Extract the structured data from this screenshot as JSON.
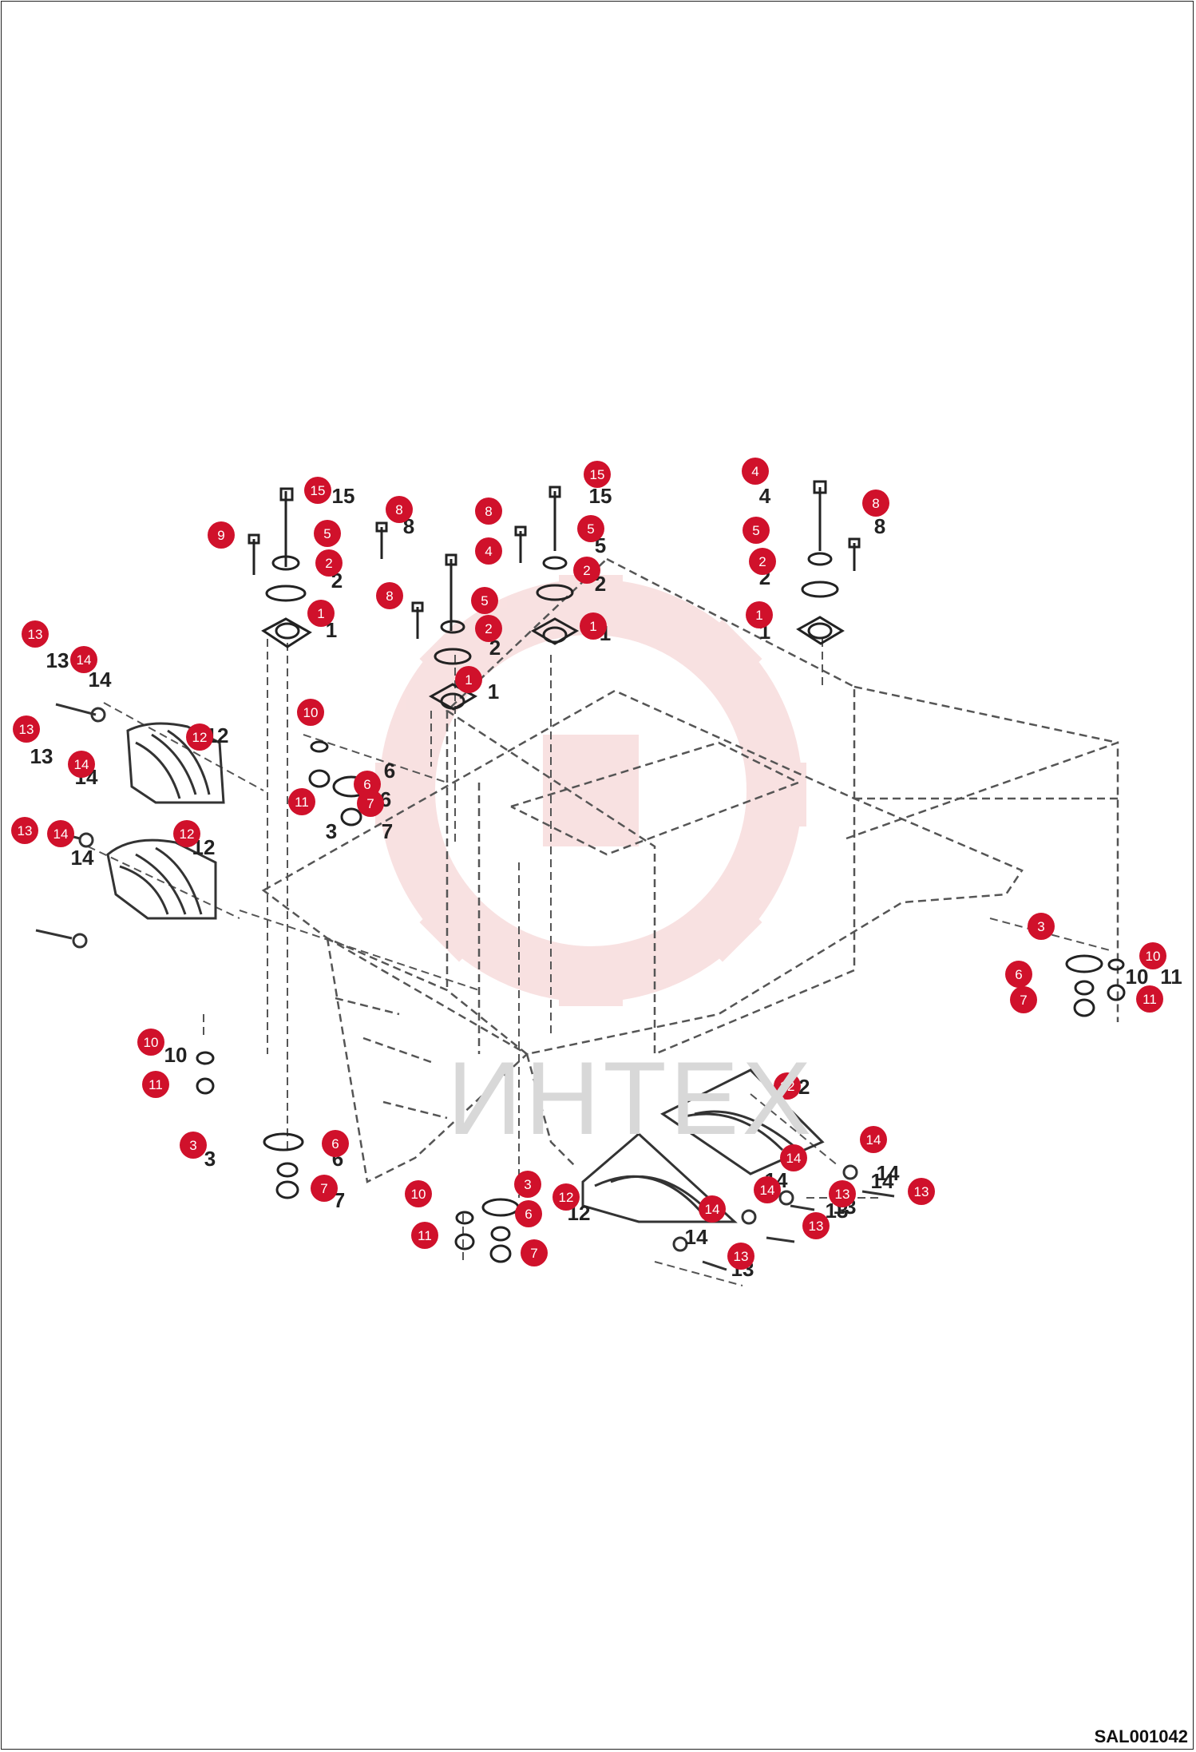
{
  "drawing_code": "SAL001042",
  "watermark": "ИНТЕХ",
  "colors": {
    "callout": "#d0112b",
    "line": "#555555",
    "watermark": "#f4c9c9"
  },
  "callouts": [
    {
      "n": "15"
    },
    {
      "n": "9"
    },
    {
      "n": "5"
    },
    {
      "n": "2"
    },
    {
      "n": "1"
    },
    {
      "n": "8"
    },
    {
      "n": "8"
    },
    {
      "n": "8"
    },
    {
      "n": "4"
    },
    {
      "n": "5"
    },
    {
      "n": "2"
    },
    {
      "n": "1"
    },
    {
      "n": "15"
    },
    {
      "n": "5"
    },
    {
      "n": "2"
    },
    {
      "n": "1"
    },
    {
      "n": "4"
    },
    {
      "n": "5"
    },
    {
      "n": "2"
    },
    {
      "n": "8"
    },
    {
      "n": "1"
    },
    {
      "n": "13"
    },
    {
      "n": "14"
    },
    {
      "n": "12"
    },
    {
      "n": "13"
    },
    {
      "n": "14"
    },
    {
      "n": "12"
    },
    {
      "n": "13"
    },
    {
      "n": "14"
    },
    {
      "n": "10"
    },
    {
      "n": "6"
    },
    {
      "n": "11"
    },
    {
      "n": "7"
    },
    {
      "n": "3"
    },
    {
      "n": "10"
    },
    {
      "n": "6"
    },
    {
      "n": "11"
    },
    {
      "n": "7"
    },
    {
      "n": "10"
    },
    {
      "n": "11"
    },
    {
      "n": "3"
    },
    {
      "n": "6"
    },
    {
      "n": "7"
    },
    {
      "n": "10"
    },
    {
      "n": "11"
    },
    {
      "n": "3"
    },
    {
      "n": "6"
    },
    {
      "n": "7"
    },
    {
      "n": "12"
    },
    {
      "n": "12"
    },
    {
      "n": "14"
    },
    {
      "n": "14"
    },
    {
      "n": "14"
    },
    {
      "n": "13"
    },
    {
      "n": "14"
    },
    {
      "n": "13"
    },
    {
      "n": "13"
    },
    {
      "n": "13"
    }
  ],
  "part_labels": [
    {
      "t": "15"
    },
    {
      "t": "8"
    },
    {
      "t": "2"
    },
    {
      "t": "1"
    },
    {
      "t": "8"
    },
    {
      "t": "2"
    },
    {
      "t": "1"
    },
    {
      "t": "15"
    },
    {
      "t": "5"
    },
    {
      "t": "2"
    },
    {
      "t": "1"
    },
    {
      "t": "4"
    },
    {
      "t": "8"
    },
    {
      "t": "2"
    },
    {
      "t": "1"
    },
    {
      "t": "13"
    },
    {
      "t": "14"
    },
    {
      "t": "12"
    },
    {
      "t": "13"
    },
    {
      "t": "14"
    },
    {
      "t": "12"
    },
    {
      "t": "14"
    },
    {
      "t": "3"
    },
    {
      "t": "6"
    },
    {
      "t": "7"
    },
    {
      "t": "10"
    },
    {
      "t": "6"
    },
    {
      "t": "11"
    },
    {
      "t": "10"
    },
    {
      "t": "3"
    },
    {
      "t": "6"
    },
    {
      "t": "7"
    },
    {
      "t": "12"
    },
    {
      "t": "12"
    },
    {
      "t": "14"
    },
    {
      "t": "14"
    },
    {
      "t": "14"
    },
    {
      "t": "13"
    },
    {
      "t": "13"
    },
    {
      "t": "13"
    },
    {
      "t": "14"
    }
  ]
}
